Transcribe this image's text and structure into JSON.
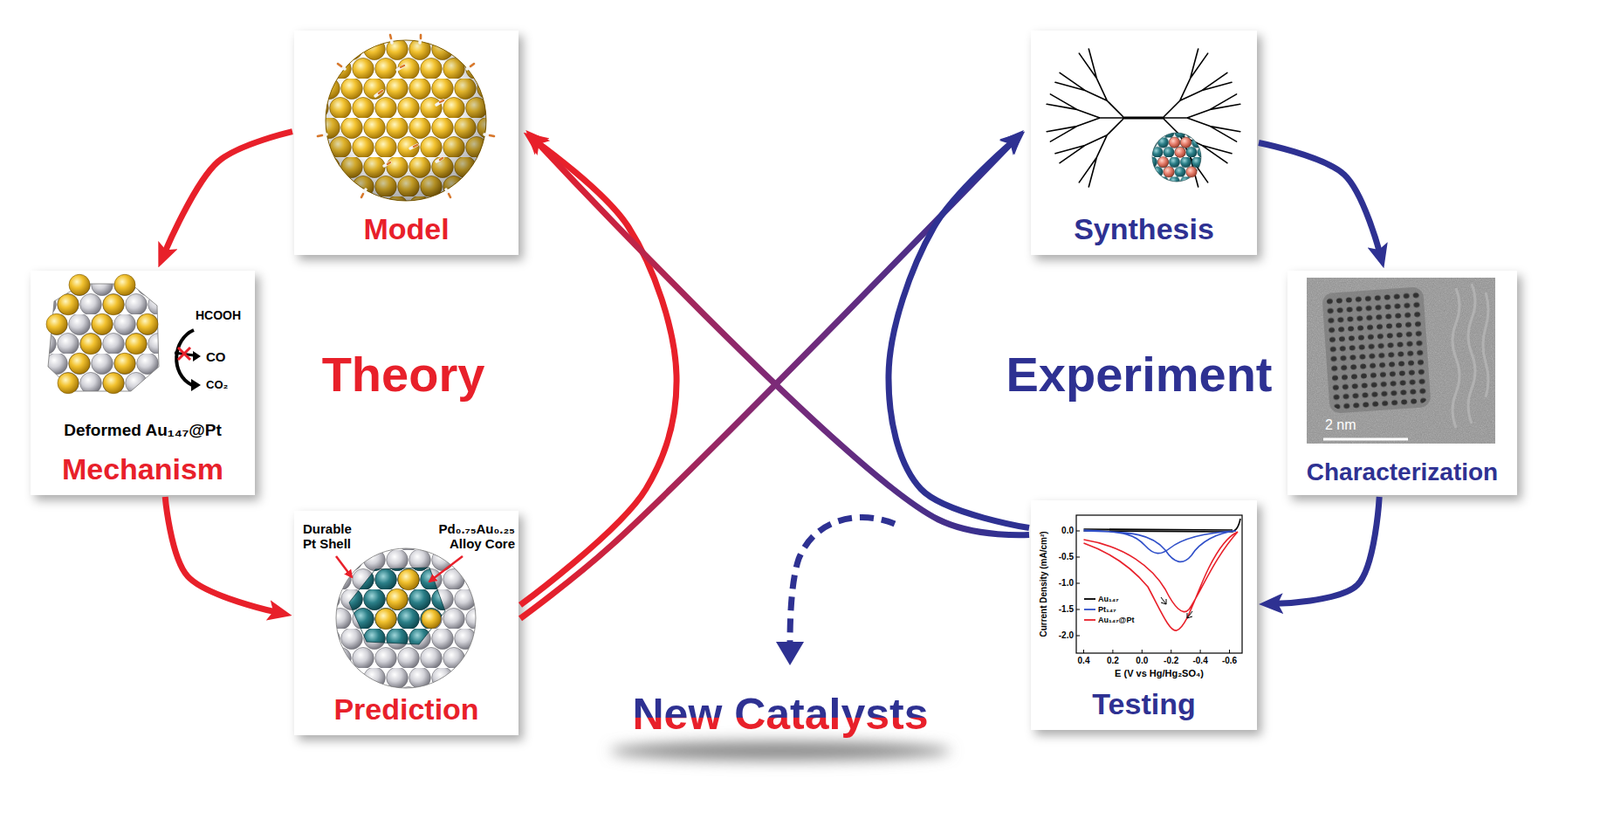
{
  "diagram": {
    "nodes": [
      {
        "text": [
          "Model"
        ]
      },
      {
        "text": [
          "Deformed Au₁₄₇@Pt",
          "Mechanism"
        ]
      },
      {
        "text": [
          "Prediction"
        ]
      },
      {
        "text": [
          "Synthesis"
        ]
      },
      {
        "text": [
          "Characterization"
        ]
      },
      {
        "text": [
          "Testing"
        ]
      }
    ],
    "edges": [
      {
        "from": 0,
        "to": 1,
        "arrow": "to"
      },
      {
        "from": 1,
        "to": 2,
        "arrow": "to"
      },
      {
        "from": 2,
        "to": 0,
        "arrow": "to"
      },
      {
        "from": 5,
        "to": 0,
        "arrow": "to"
      },
      {
        "from": 2,
        "to": 3,
        "arrow": "to"
      },
      {
        "from": 3,
        "to": 4,
        "arrow": "to"
      },
      {
        "from": 4,
        "to": 5,
        "arrow": "to"
      },
      {
        "from": 5,
        "to": 3,
        "arrow": "to"
      }
    ],
    "labels": [
      "Theory",
      "Experiment",
      "HCOOH",
      "CO",
      "CO₂",
      "Durable Pt Shell",
      "Pd₀.₇₅Au₀.₂₅ Alloy Core",
      "2 nm",
      "0.0",
      "-0.5",
      "-1.0",
      "-1.5",
      "-2.0",
      "0.4",
      "0.2",
      "0.0",
      "-0.2",
      "-0.4",
      "-0.6",
      "Current Density (mA/cm²)",
      "E (V vs Hg/Hg₂SO₄)",
      "New Catalysts"
    ],
    "legend": [
      {
        "text": "Au₁₄₇"
      },
      {
        "text": "Pt₁₄₇"
      },
      {
        "text": "Au₁₄₇@Pt"
      }
    ]
  }
}
